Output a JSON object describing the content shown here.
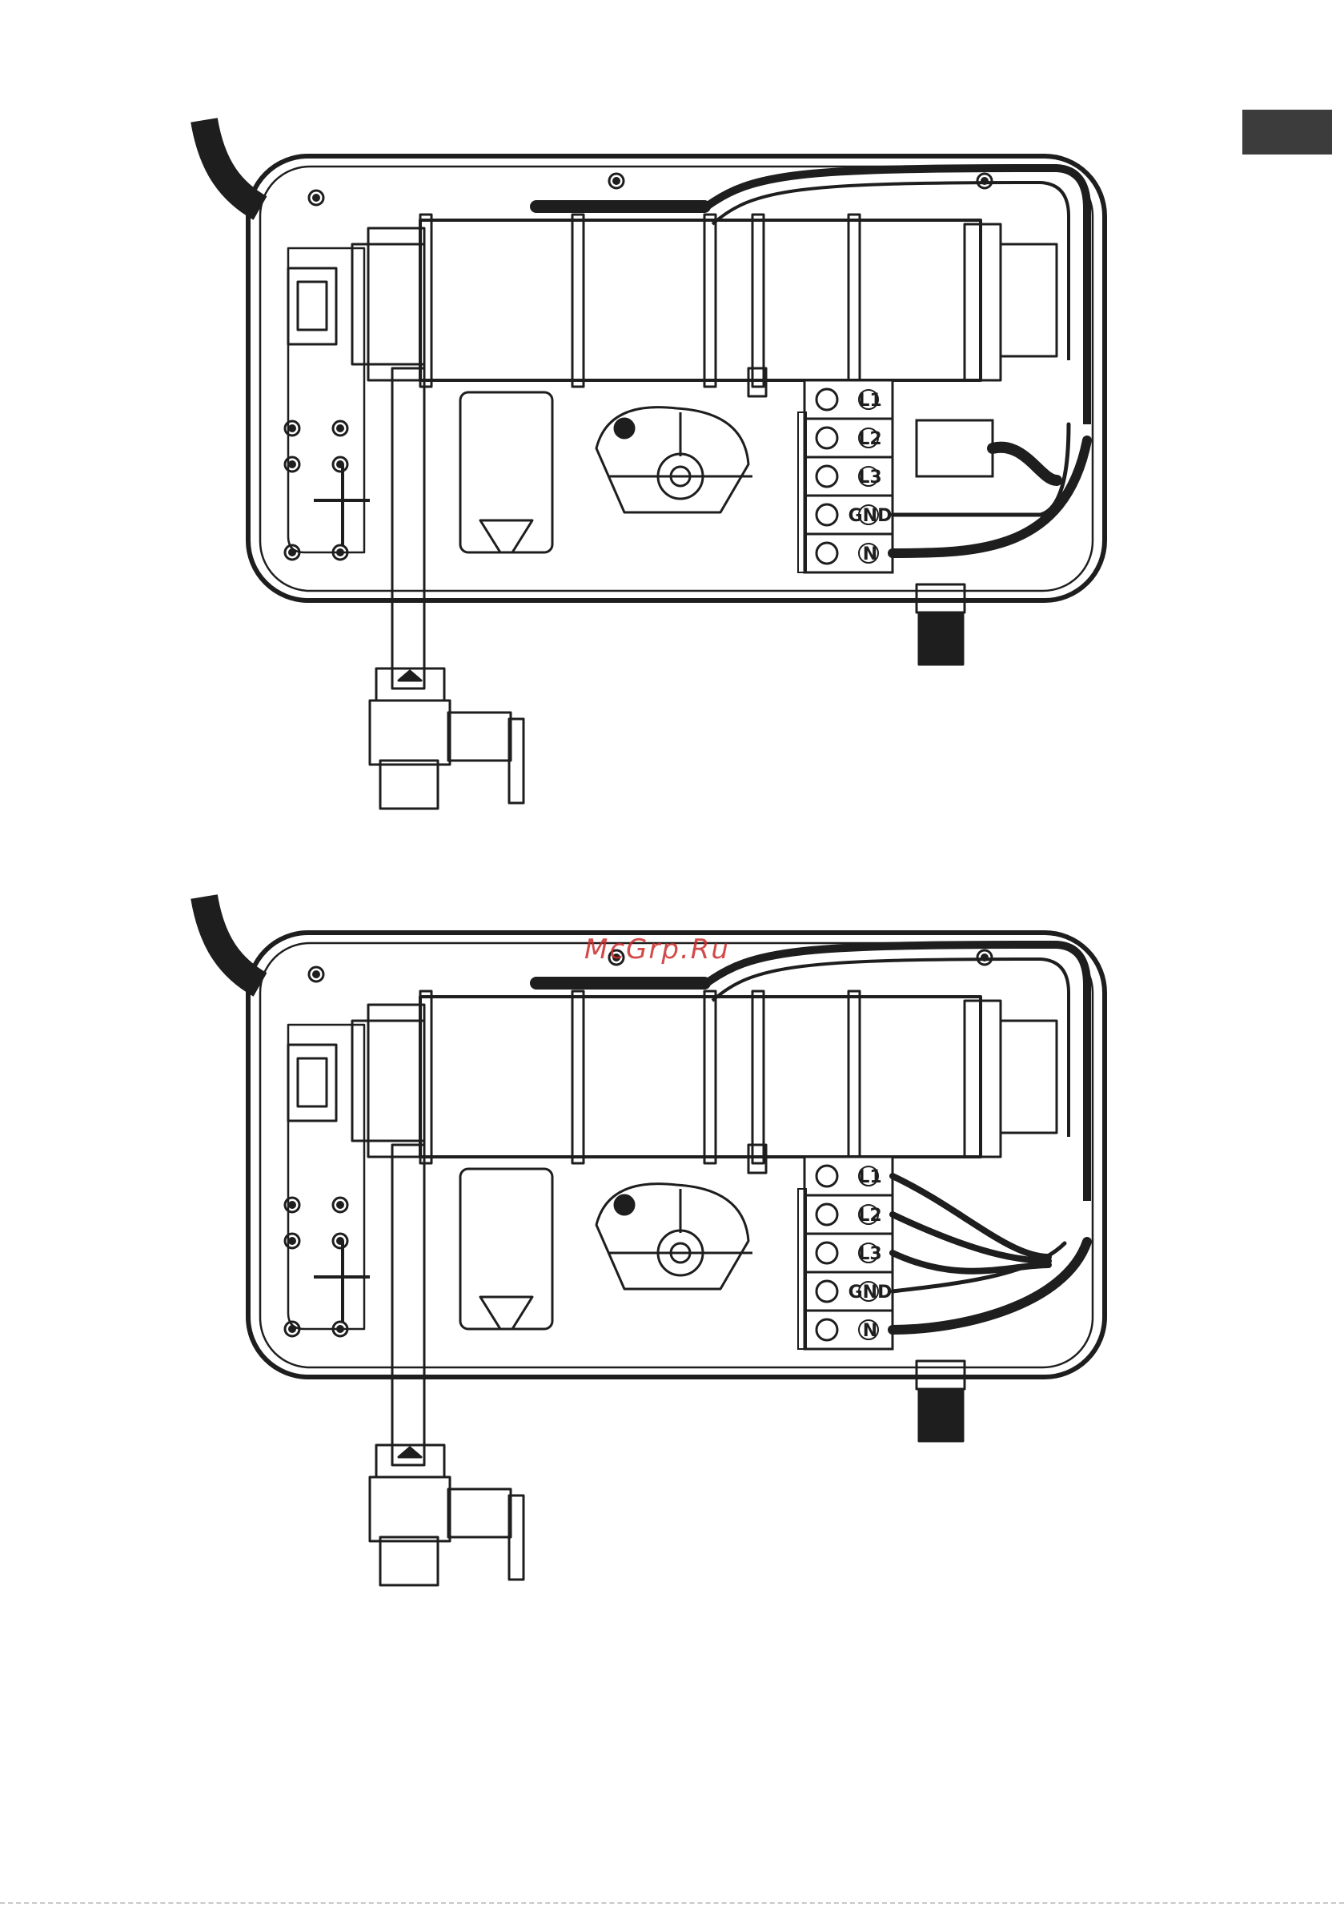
{
  "colors": {
    "ink": "#1e1e1e",
    "tab": "#3c3c3c",
    "watermark": "#cc2b2b",
    "paper": "#ffffff",
    "shade": "#f4f4f4"
  },
  "watermark": {
    "text": "McGrp.Ru"
  },
  "diagrams": [
    {
      "terminals": [
        "L1",
        "L2",
        "L3",
        "GND",
        "N"
      ],
      "wiring": "right-harness"
    },
    {
      "terminals": [
        "L1",
        "L2",
        "L3",
        "GND",
        "N"
      ],
      "wiring": "fan-in"
    }
  ]
}
